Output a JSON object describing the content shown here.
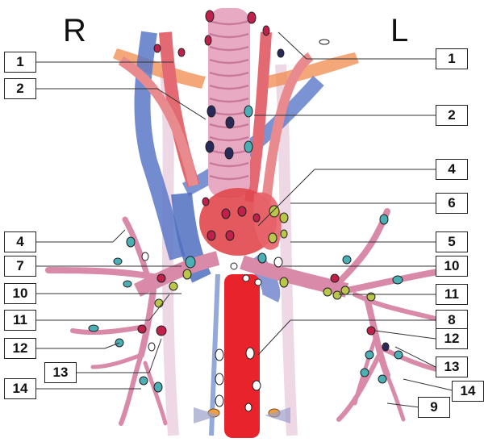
{
  "side_labels": {
    "right": "R",
    "left": "L"
  },
  "left_column_labels": [
    "1",
    "2",
    "4",
    "7",
    "10",
    "11",
    "12",
    "13",
    "14"
  ],
  "right_column_labels": [
    "1",
    "2",
    "4",
    "6",
    "5",
    "10",
    "11",
    "8",
    "12",
    "13",
    "14",
    "9"
  ],
  "colors": {
    "artery": "#e0474c",
    "aorta": "#e8232c",
    "vein": "#4f6fc0",
    "trachea": "#e6a7bf",
    "bronchi": "#d88aa8",
    "clavicle": "#f08a4c",
    "node_teal": "#4bb0b6",
    "node_yellow": "#b9c64a",
    "node_red": "#c8162b"
  }
}
